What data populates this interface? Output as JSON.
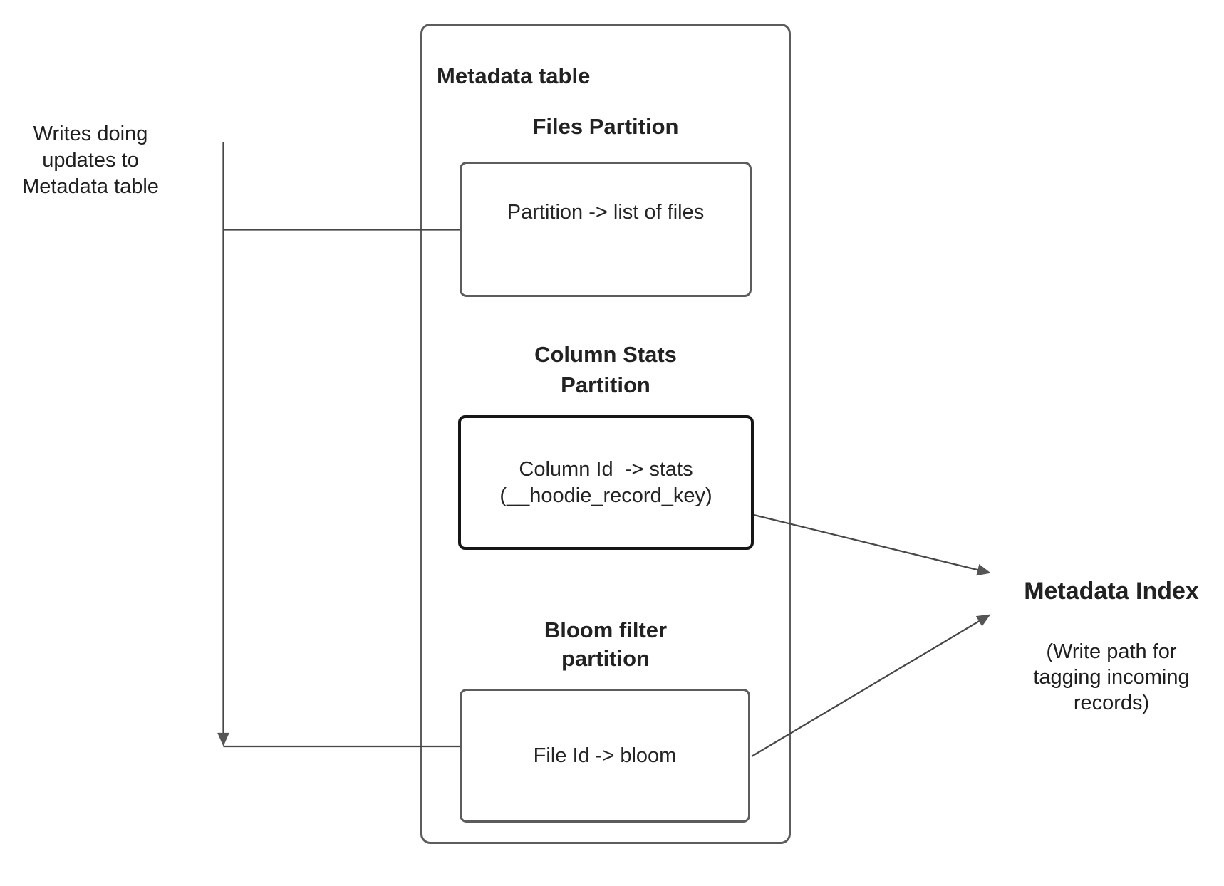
{
  "diagram": {
    "writes_label": "Writes doing updates to Metadata table",
    "metadata_table": {
      "title": "Metadata table",
      "partitions": [
        {
          "heading": "Files Partition",
          "content": "Partition -> list of files"
        },
        {
          "heading": "Column Stats Partition",
          "content": "Column Id  -> stats\n(__hoodie_record_key)"
        },
        {
          "heading": "Bloom filter partition",
          "content": "File Id -> bloom"
        }
      ]
    },
    "metadata_index": {
      "title": "Metadata Index",
      "subtitle": "(Write path for tagging incoming records)"
    },
    "colors": {
      "box_border": "#5c5c5c",
      "emphasis_border": "#161616",
      "connector": "#474747",
      "text": "#222222",
      "background": "#ffffff"
    }
  }
}
